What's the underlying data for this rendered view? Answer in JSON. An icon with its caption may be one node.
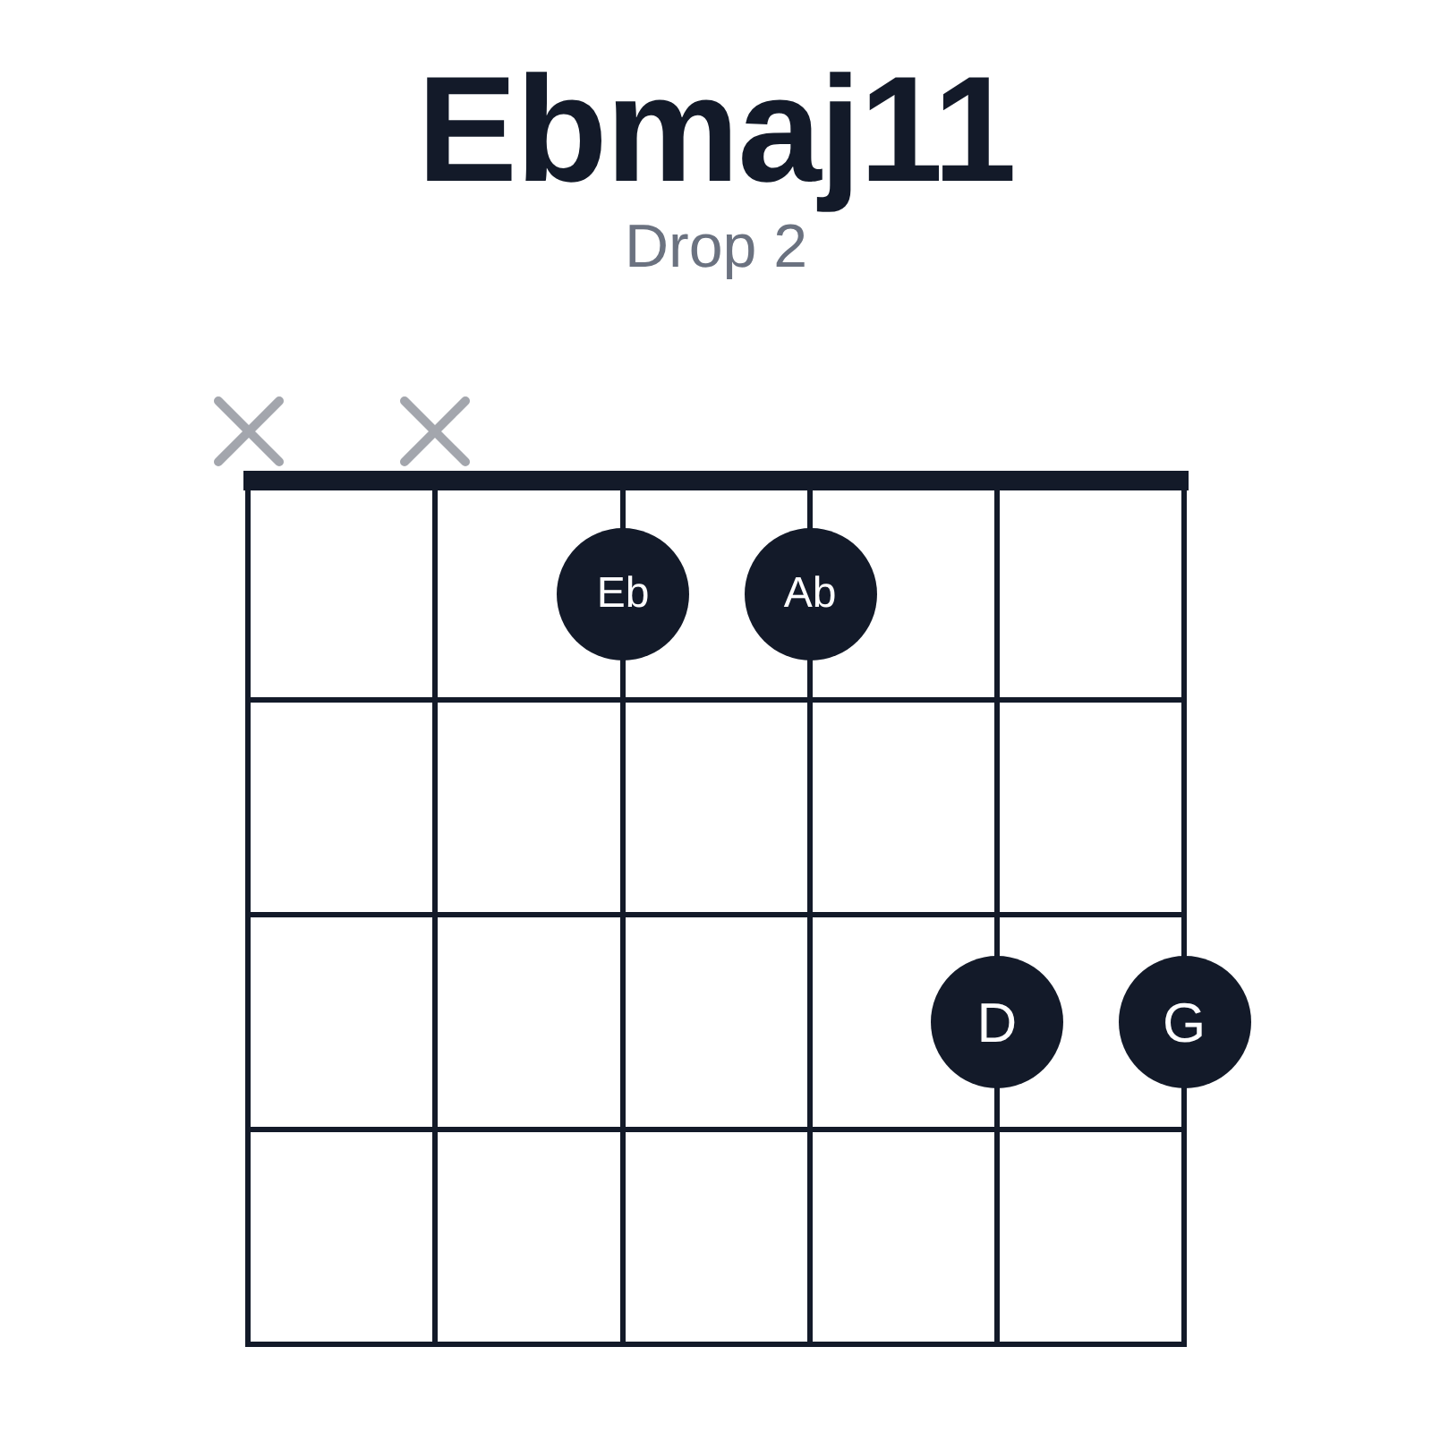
{
  "diagram": {
    "title": "Ebmaj11",
    "nodes": [
      {
        "text": [
          "Eb"
        ]
      },
      {
        "text": [
          "Ab"
        ]
      },
      {
        "text": [
          "D"
        ]
      },
      {
        "text": [
          "G"
        ]
      }
    ],
    "labels": [
      "Drop 2"
    ]
  }
}
